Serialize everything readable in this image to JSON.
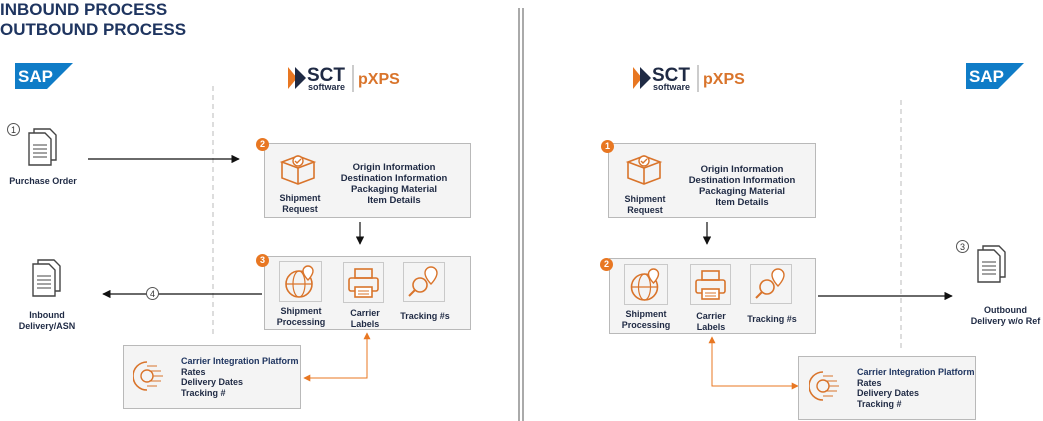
{
  "inbound": {
    "title": "INBOUND PROCESS",
    "sap_logo": "SAP",
    "sct_logo_main": "SCT",
    "sct_logo_sub": "software",
    "pxps_logo": "pXPS",
    "purchase_order": "Purchase Order",
    "step1": "1",
    "step4": "4",
    "shipment_request_badge": "2",
    "shipment_request_label": "Shipment Request",
    "info_lines": [
      "Origin Information",
      "Destination Information",
      "Packaging Material",
      "Item Details"
    ],
    "processing_badge": "3",
    "shipment_processing": "Shipment Processing",
    "carrier_labels": "Carrier Labels",
    "tracking": "Tracking #s",
    "inbound_delivery": "Inbound Delivery/ASN",
    "cip_title": "Carrier Integration Platform",
    "cip_lines": [
      "Rates",
      "Delivery Dates",
      "Tracking #"
    ]
  },
  "outbound": {
    "title": "OUTBOUND PROCESS",
    "sap_logo": "SAP",
    "sct_logo_main": "SCT",
    "sct_logo_sub": "software",
    "pxps_logo": "pXPS",
    "shipment_request_badge": "1",
    "shipment_request_label": "Shipment Request",
    "info_lines": [
      "Origin Information",
      "Destination Information",
      "Packaging Material",
      "Item Details"
    ],
    "processing_badge": "2",
    "shipment_processing": "Shipment Processing",
    "carrier_labels": "Carrier Labels",
    "tracking": "Tracking #s",
    "step3": "3",
    "outbound_delivery": "Outbound Delivery w/o Ref",
    "cip_title": "Carrier Integration Platform",
    "cip_lines": [
      "Rates",
      "Delivery Dates",
      "Tracking #"
    ]
  },
  "colors": {
    "title": "#1f3560",
    "sap_blue": "#0f7cc7",
    "sct_navy": "#1f2a44",
    "pxps_orange": "#d9742b",
    "accent_orange": "#e87722",
    "box_fill": "#f4f4f4"
  }
}
